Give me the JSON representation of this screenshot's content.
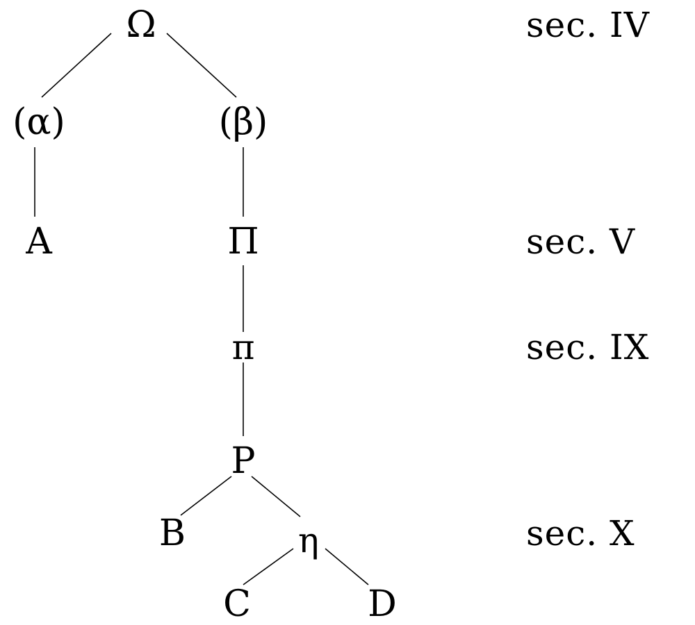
{
  "nodes": {
    "omega": "Ω",
    "alpha": "(α)",
    "beta": "(β)",
    "A": "A",
    "Pi": "Π",
    "pi": "π",
    "P": "P",
    "B": "B",
    "eta": "η",
    "C": "C",
    "D": "D"
  },
  "edges": [
    [
      "omega",
      "alpha"
    ],
    [
      "omega",
      "beta"
    ],
    [
      "alpha",
      "A"
    ],
    [
      "beta",
      "Pi"
    ],
    [
      "Pi",
      "pi"
    ],
    [
      "pi",
      "P"
    ],
    [
      "P",
      "B"
    ],
    [
      "P",
      "eta"
    ],
    [
      "eta",
      "C"
    ],
    [
      "eta",
      "D"
    ]
  ],
  "centuries": {
    "iv": "sec. IV",
    "v": "sec. V",
    "ix": "sec. IX",
    "x": "sec. X"
  }
}
